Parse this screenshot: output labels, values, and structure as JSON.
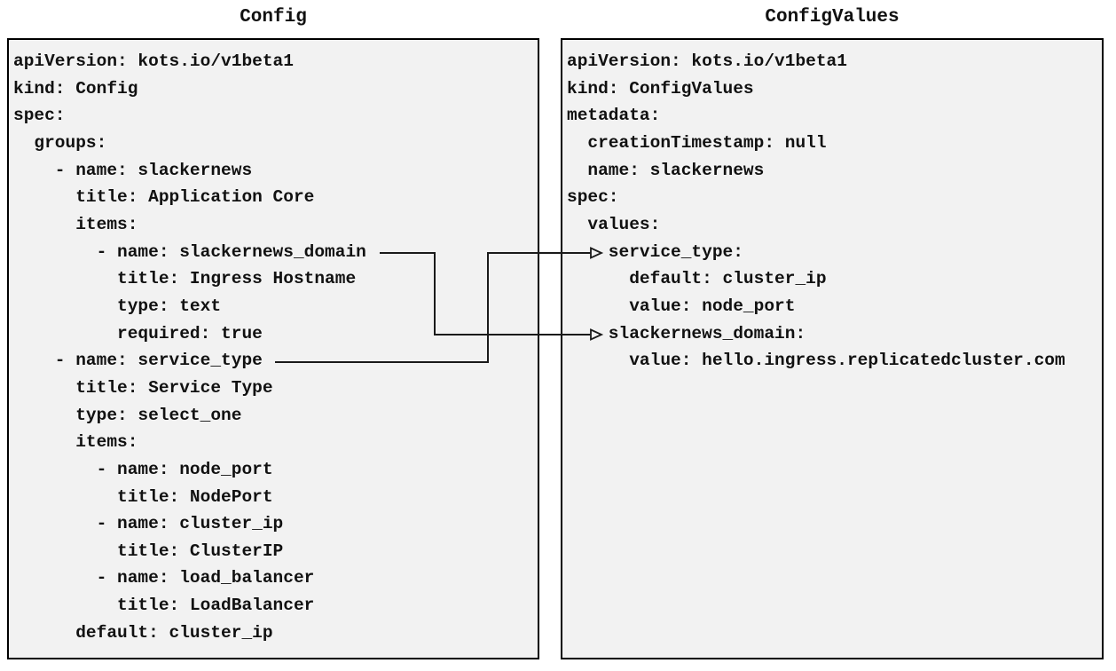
{
  "diagram": {
    "panels": [
      {
        "title": "Config",
        "kind": "Config",
        "lines": [
          "apiVersion: kots.io/v1beta1",
          "kind: Config",
          "spec:",
          "  groups:",
          "    - name: slackernews",
          "      title: Application Core",
          "      items:",
          "        - name: slackernews_domain",
          "          title: Ingress Hostname",
          "          type: text",
          "          required: true",
          "    - name: service_type",
          "      title: Service Type",
          "      type: select_one",
          "      items:",
          "        - name: node_port",
          "          title: NodePort",
          "        - name: cluster_ip",
          "          title: ClusterIP",
          "        - name: load_balancer",
          "          title: LoadBalancer",
          "      default: cluster_ip"
        ]
      },
      {
        "title": "ConfigValues",
        "kind": "ConfigValues",
        "lines": [
          "apiVersion: kots.io/v1beta1",
          "kind: ConfigValues",
          "metadata:",
          "  creationTimestamp: null",
          "  name: slackernews",
          "spec:",
          "  values:",
          "    service_type:",
          "      default: cluster_ip",
          "      value: node_port",
          "    slackernews_domain:",
          "      value: hello.ingress.replicatedcluster.com"
        ]
      }
    ],
    "connectors": [
      {
        "from_panel": "Config",
        "from_label": "slackernews_domain",
        "to_panel": "ConfigValues",
        "to_label": "slackernews_domain:"
      },
      {
        "from_panel": "Config",
        "from_label": "service_type",
        "to_panel": "ConfigValues",
        "to_label": "service_type:"
      }
    ],
    "colors": {
      "panel_background": "#f2f2f2",
      "panel_border": "#000000",
      "text": "#111111",
      "connector": "#1a1a1a",
      "page_background": "#ffffff"
    }
  }
}
